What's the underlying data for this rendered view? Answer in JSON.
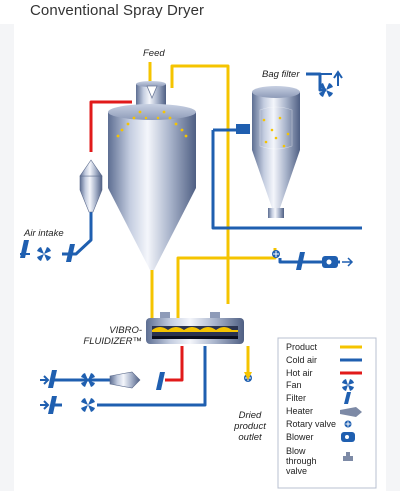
{
  "title": "Conventional Spray Dryer",
  "labels": {
    "feed": "Feed",
    "bag_filter": "Bag filter",
    "air_intake": "Air intake",
    "vibro_line1": "VIBRO-",
    "vibro_line2": "FLUIDIZER™",
    "dried_line1": "Dried",
    "dried_line2": "product",
    "dried_line3": "outlet"
  },
  "legend": [
    {
      "label": "Product",
      "symbol": "yellow-line",
      "color": "#f5c400"
    },
    {
      "label": "Cold air",
      "symbol": "blue-line",
      "color": "#1f5fb0"
    },
    {
      "label": "Hot air",
      "symbol": "red-line",
      "color": "#e11a1a"
    },
    {
      "label": "Fan",
      "symbol": "fan-icon"
    },
    {
      "label": "Filter",
      "symbol": "filter-icon"
    },
    {
      "label": "Heater",
      "symbol": "heater-icon"
    },
    {
      "label": "Rotary valve",
      "symbol": "rotary-valve-icon"
    },
    {
      "label": "Blower",
      "symbol": "blower-icon"
    },
    {
      "label": "Blow through valve",
      "symbol": "blow-through-valve-icon"
    }
  ],
  "colors": {
    "product": "#f5c400",
    "cold_air": "#1f5fb0",
    "hot_air": "#e11a1a",
    "vessel": "#a9b6cf"
  }
}
